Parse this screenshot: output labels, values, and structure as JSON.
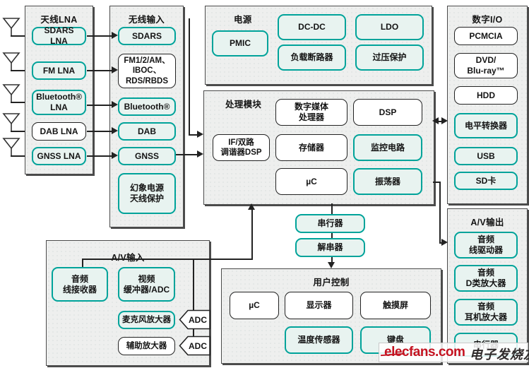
{
  "groups": {
    "antenna_lna": {
      "title": "天线LNA",
      "boxes": [
        "SDARS LNA",
        "FM LNA",
        "Bluetooth®\nLNA",
        "DAB LNA",
        "GNSS LNA"
      ]
    },
    "wireless_input": {
      "title": "无线输入",
      "boxes": [
        "SDARS",
        "FM1/2/AM、\nIBOC、\nRDS/RBDS",
        "Bluetooth®",
        "DAB",
        "GNSS",
        "幻象电源\n天线保护"
      ]
    },
    "power": {
      "title": "电源",
      "boxes": [
        "PMIC",
        "DC-DC",
        "LDO",
        "负载断路器",
        "过压保护"
      ]
    },
    "processing": {
      "title": "处理模块",
      "boxes": [
        "IF/双路\n调谐器DSP",
        "数字媒体\n处理器",
        "DSP",
        "存储器",
        "监控电路",
        "µC",
        "振荡器"
      ]
    },
    "digital_io": {
      "title": "数字I/O",
      "boxes": [
        "PCMCIA",
        "DVD/\nBlu-ray™",
        "HDD",
        "电平转换器",
        "USB",
        "SD卡"
      ]
    },
    "av_output": {
      "title": "A/V输出",
      "boxes": [
        "音频\n线驱动器",
        "音频\nD类放大器",
        "音频\n耳机放大器",
        "串行器"
      ]
    },
    "av_input": {
      "title": "A/V输入",
      "boxes": [
        "音频\n线接收器",
        "视频\n缓冲器/ADC",
        "麦克风放大器",
        "辅助放大器"
      ]
    },
    "user_control": {
      "title": "用户控制",
      "boxes": [
        "µC",
        "显示器",
        "触摸屏",
        "温度传感器",
        "键盘"
      ]
    },
    "serdes": {
      "boxes": [
        "串行器",
        "解串器"
      ]
    },
    "adc_tags": [
      "ADC",
      "ADC"
    ]
  },
  "watermark": {
    "site": "elecfans.com",
    "brand": "电子发烧友"
  },
  "colors": {
    "teal": "#00A39A",
    "teal_fill": "#E8F3F0",
    "line": "#222222",
    "logo_red": "#C41220"
  }
}
